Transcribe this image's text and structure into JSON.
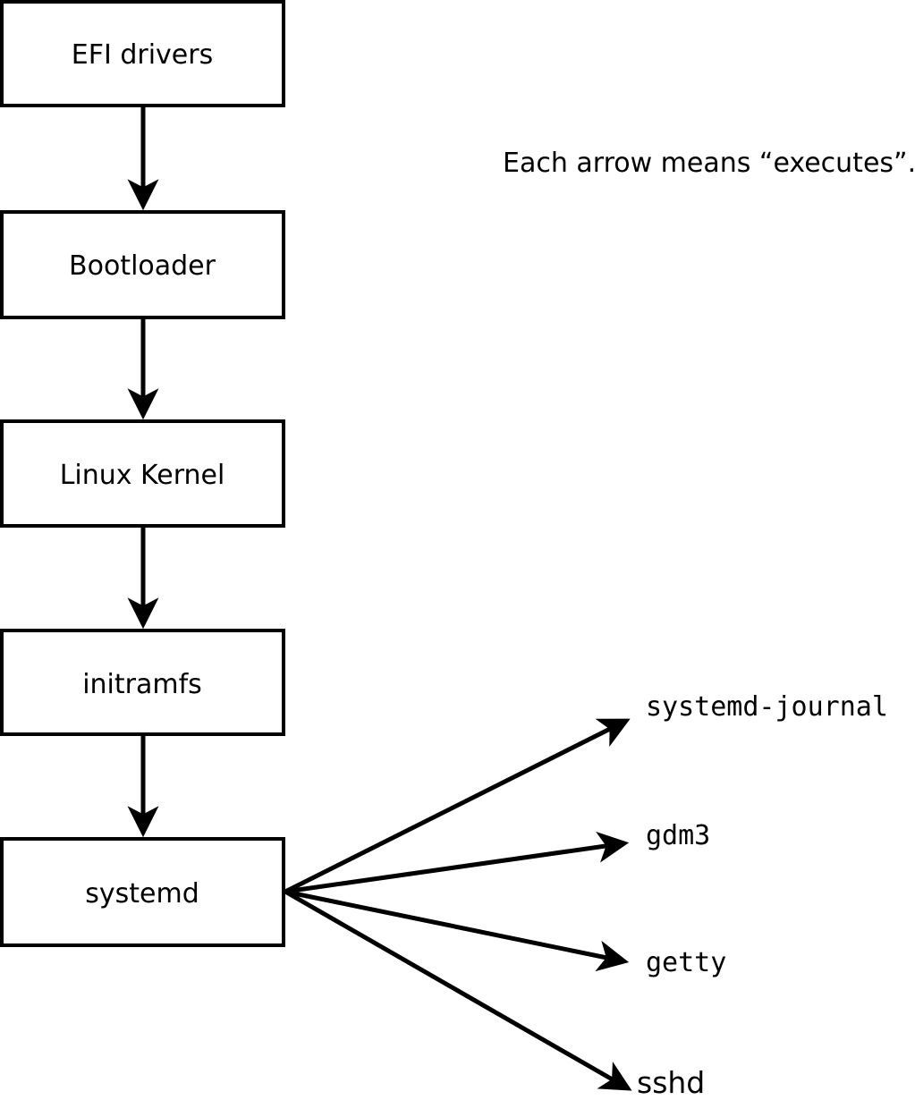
{
  "flowchart": {
    "title_hint": "Linux boot sequence diagram",
    "annotation": "Each arrow means “executes”.",
    "boot_sequence": [
      {
        "label": "EFI drivers"
      },
      {
        "label": "Bootloader"
      },
      {
        "label": "Linux Kernel"
      },
      {
        "label": "initramfs"
      },
      {
        "label": "systemd"
      }
    ],
    "spawned_processes": [
      {
        "label": "systemd-journal"
      },
      {
        "label": "gdm3"
      },
      {
        "label": "getty"
      },
      {
        "label": "sshd"
      }
    ],
    "colors": {
      "stroke": "#000000",
      "box_fill": "#ffffff",
      "background": "#ffffff"
    }
  }
}
